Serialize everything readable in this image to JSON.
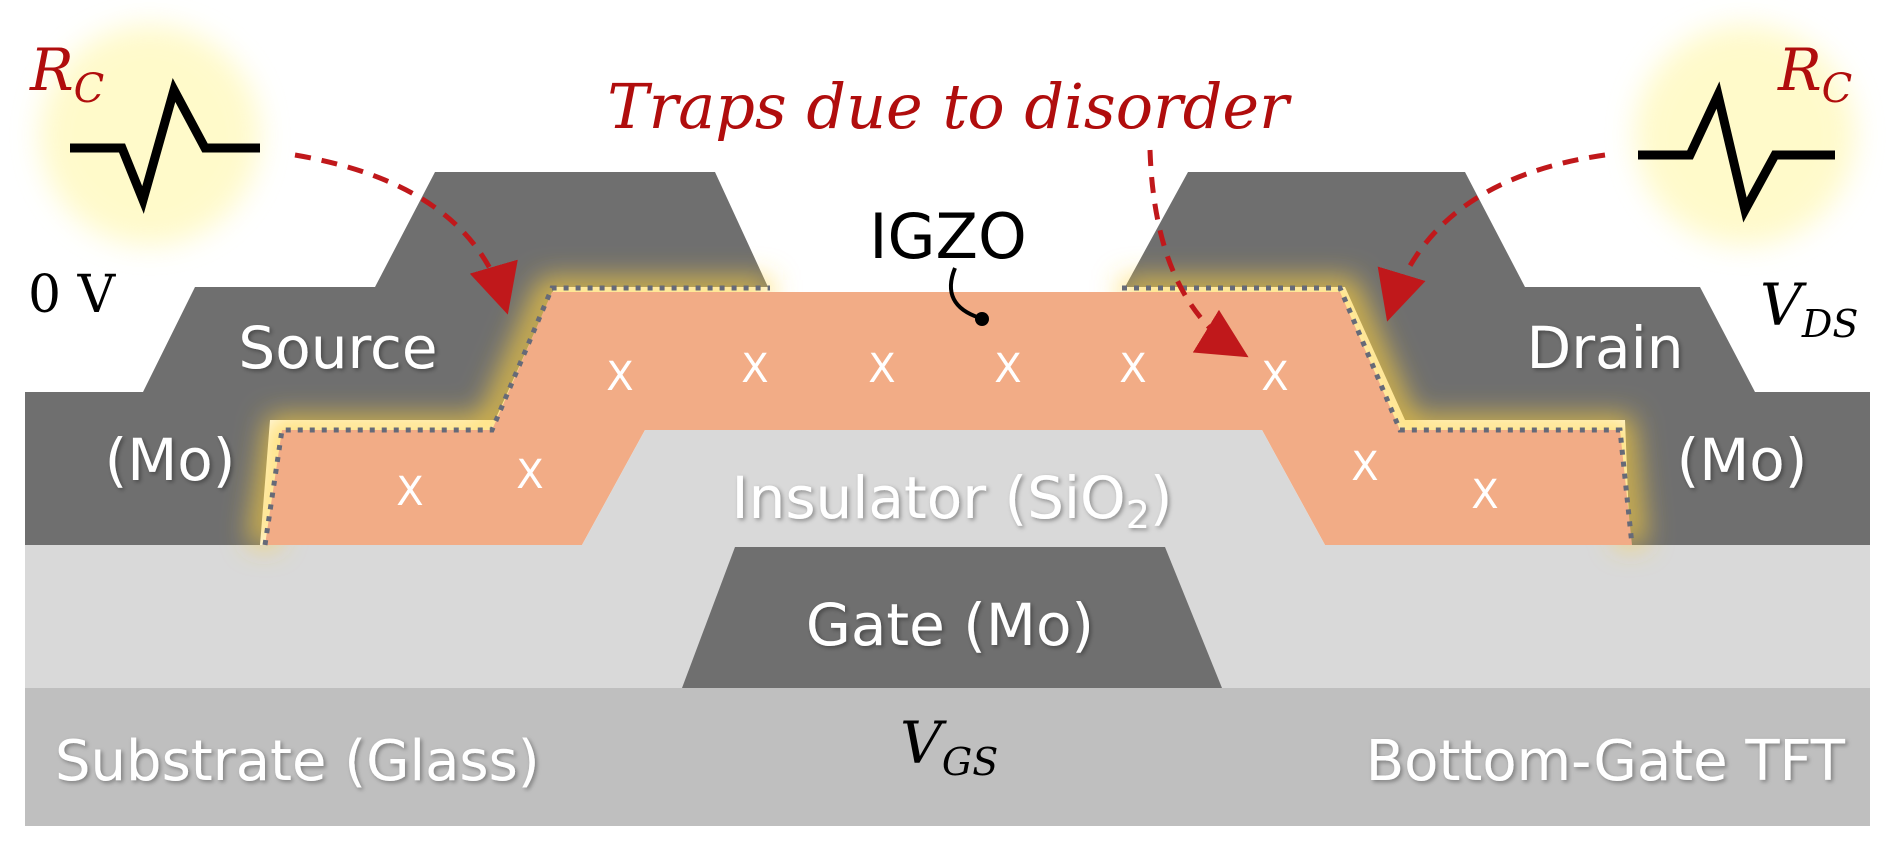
{
  "labels": {
    "title": "Traps due to disorder",
    "igzo": "IGZO",
    "source": "Source",
    "source_material": "(Mo)",
    "drain": "Drain",
    "drain_material": "(Mo)",
    "insulator_main": "Insulator (SiO",
    "insulator_sub": "2",
    "insulator_close": ")",
    "gate": "Gate (Mo)",
    "substrate": "Substrate (Glass)",
    "device_type": "Bottom-Gate TFT",
    "source_voltage": "0 V",
    "rc_left_main": "R",
    "rc_left_sub": "C",
    "rc_right_main": "R",
    "rc_right_sub": "C",
    "vds_main": "V",
    "vds_sub": "DS",
    "vgs_main": "V",
    "vgs_sub": "GS"
  },
  "trap_marks": [
    "X",
    "X",
    "X",
    "X",
    "X",
    "X",
    "X",
    "X",
    "X",
    "X"
  ],
  "colors": {
    "metal": "#6f6f6f",
    "igzo": "#f2ac86",
    "insulator": "#d9d9d9",
    "substrate": "#bfbfbf",
    "arrow_red": "#c0181b",
    "glow": "#ffd23c"
  }
}
